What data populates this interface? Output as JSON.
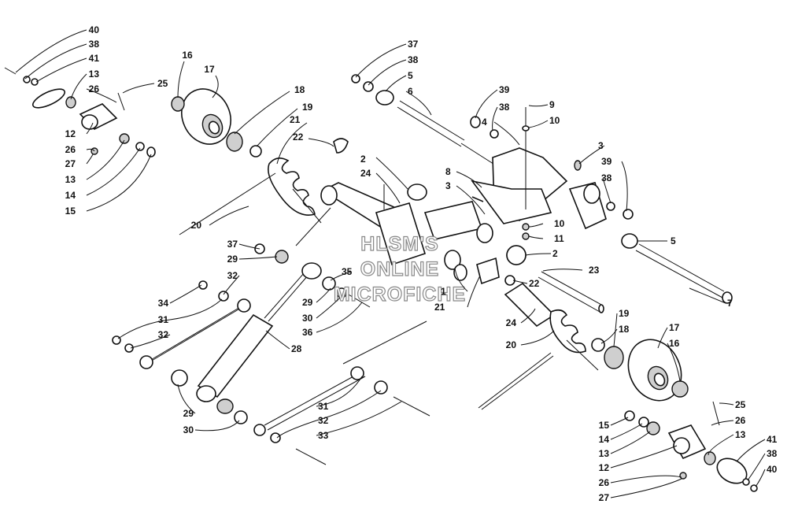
{
  "diagram": {
    "watermark": [
      "HLSM'S",
      "ONLINE",
      "MICROFICHE"
    ],
    "callouts": [
      "1",
      "2",
      "3",
      "4",
      "5",
      "6",
      "7",
      "8",
      "9",
      "10",
      "11",
      "12",
      "13",
      "14",
      "15",
      "16",
      "17",
      "18",
      "19",
      "20",
      "21",
      "22",
      "23",
      "24",
      "25",
      "26",
      "27",
      "28",
      "29",
      "30",
      "31",
      "32",
      "33",
      "34",
      "35",
      "36",
      "37",
      "38",
      "39",
      "40",
      "41"
    ]
  }
}
